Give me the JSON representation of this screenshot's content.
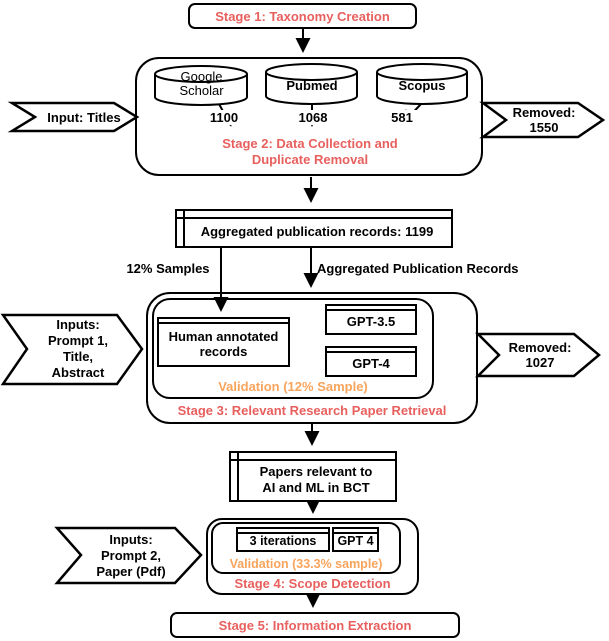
{
  "colors": {
    "stage_label": "#e8605e",
    "validation_label": "#f9a45c"
  },
  "stage1": {
    "title": "Stage 1: Taxonomy Creation"
  },
  "stage2": {
    "title": "Stage 2: Data Collection and\nDuplicate Removal",
    "databases": [
      {
        "name": "Google Scholar",
        "count": "1100"
      },
      {
        "name": "Pubmed",
        "count": "1068"
      },
      {
        "name": "Scopus",
        "count": "581"
      }
    ]
  },
  "flow_io": {
    "input_titles": "Input: Titles",
    "removed_1550": "Removed:\n1550",
    "inputs_stage3": "Inputs:\nPrompt 1,\nTitle,\nAbstract",
    "removed_1027": "Removed:\n1027",
    "inputs_stage4": "Inputs:\nPrompt 2,\nPaper (Pdf)"
  },
  "aggregated_records": {
    "label": "Aggregated publication records: 1199"
  },
  "branch_labels": {
    "samples": "12% Samples",
    "aggregated": "Aggregated Publication Records"
  },
  "stage3": {
    "title": "Stage 3: Relevant Research Paper Retrieval",
    "validation": "Validation (12% Sample)",
    "human_annotated": "Human annotated\nrecords",
    "gpt35": "GPT-3.5",
    "gpt4": "GPT-4"
  },
  "papers_box": {
    "label": "Papers relevant to\nAI and ML in BCT"
  },
  "stage4": {
    "title": "Stage 4: Scope Detection",
    "validation": "Validation (33.3% sample)",
    "iterations": "3 iterations",
    "gpt4": "GPT 4"
  },
  "stage5": {
    "title": "Stage 5: Information Extraction"
  }
}
